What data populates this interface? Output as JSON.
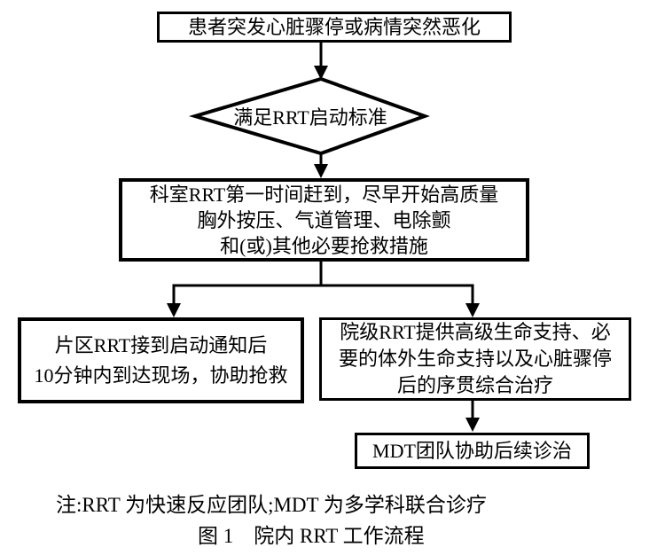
{
  "flow": {
    "nodes": {
      "start": "患者突发心脏骤停或病情突然恶化",
      "decision": "满足RRT启动标准",
      "dept_lines": [
        "科室RRT第一时间赶到，尽早开始高质量",
        "胸外按压、气道管理、电除颤",
        "和(或)其他必要抢救措施"
      ],
      "district_lines": [
        "片区RRT接到启动通知后",
        "10分钟内到达现场，协助抢救"
      ],
      "hospital_lines": [
        "院级RRT提供高级生命支持、必",
        "要的体外生命支持以及心脏骤停",
        "后的序贯综合治疗"
      ],
      "mdt": "MDT团队协助后续诊治"
    },
    "note": "注:RRT 为快速反应团队;MDT 为多学科联合诊疗",
    "caption": "图 1　院内 RRT 工作流程",
    "colors": {
      "line": "#000000",
      "background": "#ffffff",
      "text": "#000000"
    }
  }
}
